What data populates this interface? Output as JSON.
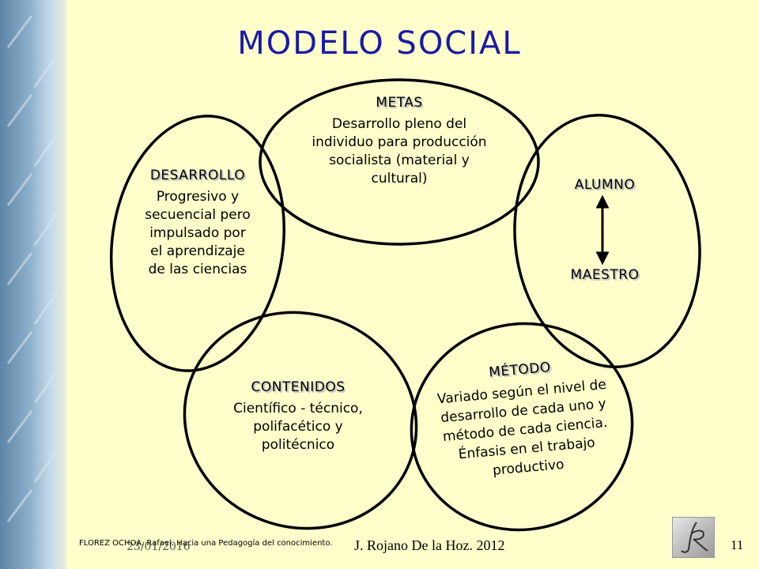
{
  "title": "MODELO SOCIAL",
  "nodes": {
    "metas": {
      "heading": "METAS",
      "lines": [
        "Desarrollo pleno del",
        "individuo para producción",
        "socialista (material y",
        "cultural)"
      ]
    },
    "desarrollo": {
      "heading": "DESARROLLO",
      "lines": [
        "Progresivo y",
        "secuencial pero",
        "impulsado por",
        "el aprendizaje",
        "de las ciencias"
      ]
    },
    "alumno_maestro": {
      "top": "ALUMNO",
      "bottom": "MAESTRO"
    },
    "contenidos": {
      "heading": "CONTENIDOS",
      "lines": [
        "Científico - técnico,",
        "polifacético y",
        "politécnico"
      ]
    },
    "metodo": {
      "heading": "MÉTODO",
      "lines": [
        "Variado según el nivel de",
        "desarrollo de cada uno y",
        "método de cada ciencia.",
        "Énfasis en el trabajo",
        "productivo"
      ]
    }
  },
  "footer": {
    "reference": "FLOREZ OCHOA, Rafael. Hacia una Pedagogía del conocimiento.",
    "date": "23/01/2016",
    "author": "J. Rojano De la Hoz. 2012",
    "page": "11"
  },
  "colors": {
    "background": "#ffffcc",
    "title": "#1a1aa6",
    "sidebar": "#8db0cb"
  },
  "logo": "jr-monogram-logo"
}
